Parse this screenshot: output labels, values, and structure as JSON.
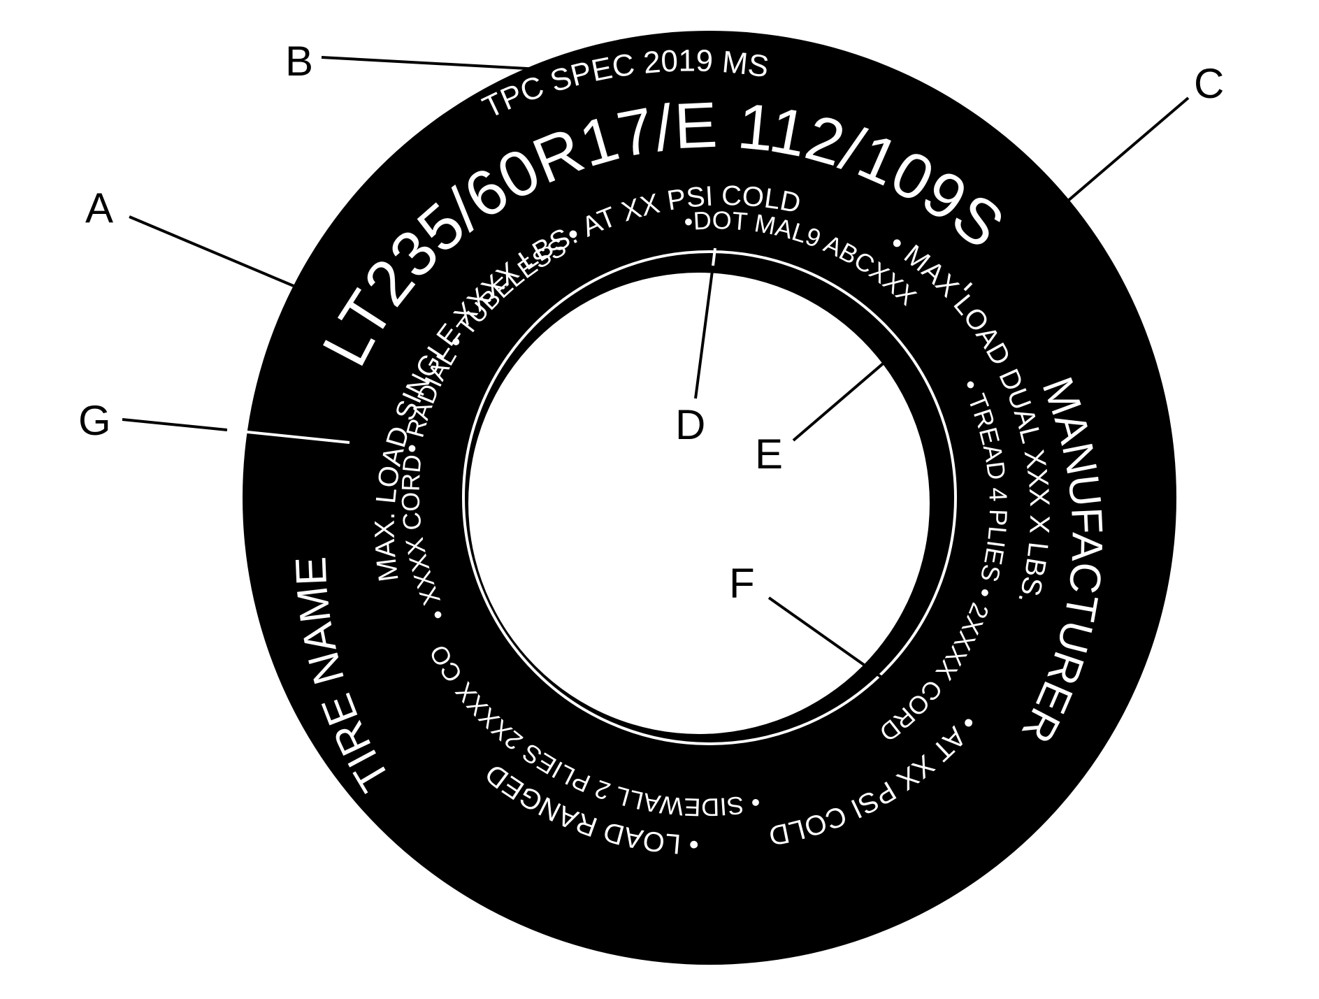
{
  "diagram": {
    "colors": {
      "tire": "#000000",
      "print": "#ffffff",
      "background": "#ffffff"
    },
    "sidewall": {
      "spec_line": "TPC SPEC 2019 MS",
      "size_line": "LT235/60R17/E 112/109S",
      "load_single": "MAX. LOAD SINGLE XXXX LBS.",
      "pressure_single": "• AT XX PSI COLD",
      "max_load_dual": "• MAX LOAD DUAL XXX  X LBS.",
      "pressure_dual": "• AT XX PSI COLD",
      "construction_left": "• RADIAL • TUBELESS",
      "dot_code": "•DOT MAL9 ABCXXX",
      "tread": "• TREAD 4 PLIES • 2XXXX CORD",
      "sidewall_plies": "• SIDEWALL 2 PLIES 2XXXX CORD",
      "load_range": "• LOAD RANGED",
      "cord_left": "• XXXX CORD",
      "tire_name": "TIRE NAME",
      "manufacturer": "MANUFACTURER"
    },
    "callouts": {
      "A": "A",
      "B": "B",
      "C": "C",
      "D": "D",
      "E": "E",
      "F": "F",
      "G": "G"
    }
  }
}
